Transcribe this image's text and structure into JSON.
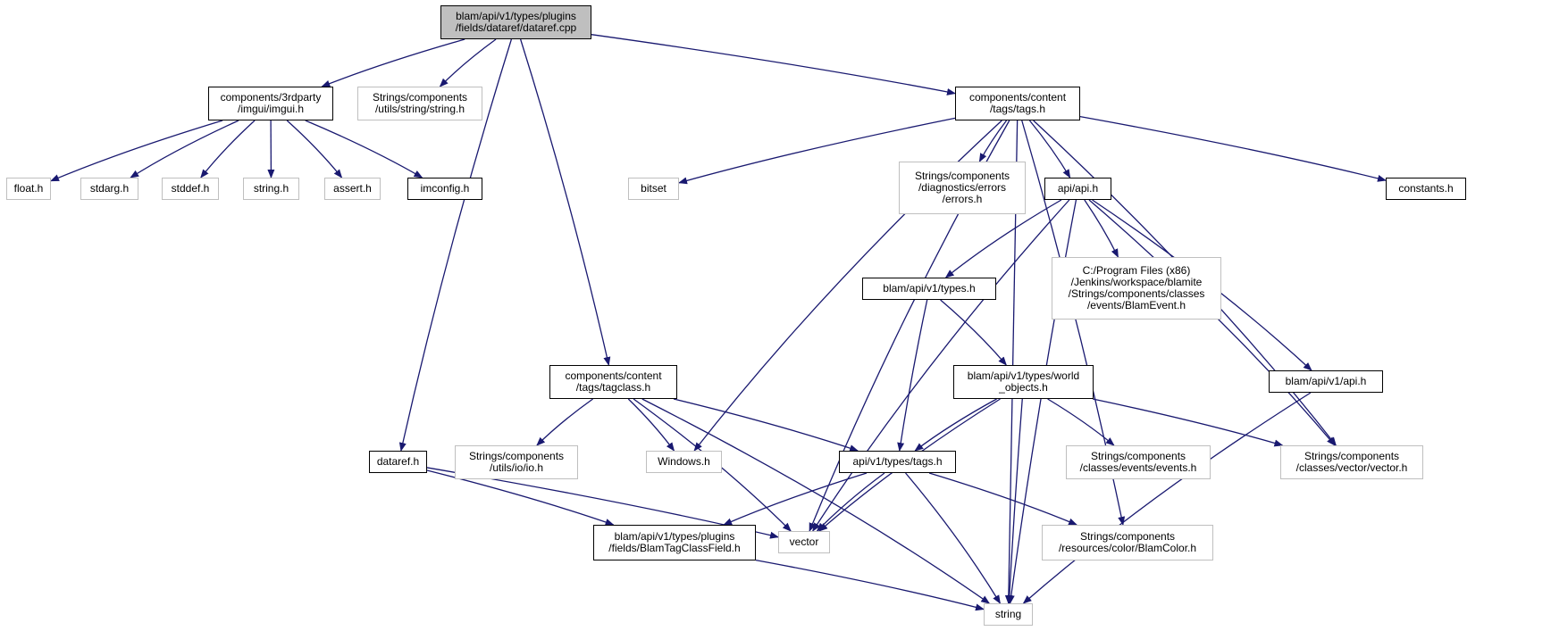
{
  "colors": {
    "edge": "#191970",
    "root_fill": "#bfbfbf",
    "documented_border": "#000000",
    "external_border": "#bfbfbf"
  },
  "nodes": [
    {
      "id": "dataref_cpp",
      "kind": "root",
      "lines": [
        "blam/api/v1/types/plugins",
        "/fields/dataref/dataref.cpp"
      ]
    },
    {
      "id": "imgui_h",
      "kind": "documented",
      "lines": [
        "components/3rdparty",
        "/imgui/imgui.h"
      ]
    },
    {
      "id": "string_h_utils",
      "kind": "external",
      "lines": [
        "Strings/components",
        "/utils/string/string.h"
      ]
    },
    {
      "id": "tags_h",
      "kind": "documented",
      "lines": [
        "components/content",
        "/tags/tags.h"
      ]
    },
    {
      "id": "float_h",
      "kind": "external",
      "lines": [
        "float.h"
      ]
    },
    {
      "id": "stdarg_h",
      "kind": "external",
      "lines": [
        "stdarg.h"
      ]
    },
    {
      "id": "stddef_h",
      "kind": "external",
      "lines": [
        "stddef.h"
      ]
    },
    {
      "id": "string_h",
      "kind": "external",
      "lines": [
        "string.h"
      ]
    },
    {
      "id": "assert_h",
      "kind": "external",
      "lines": [
        "assert.h"
      ]
    },
    {
      "id": "imconfig_h",
      "kind": "documented",
      "lines": [
        "imconfig.h"
      ]
    },
    {
      "id": "bitset",
      "kind": "external",
      "lines": [
        "bitset"
      ]
    },
    {
      "id": "errors_h",
      "kind": "external",
      "lines": [
        "Strings/components",
        "/diagnostics/errors",
        "/errors.h"
      ]
    },
    {
      "id": "api_h",
      "kind": "documented",
      "lines": [
        "api/api.h"
      ]
    },
    {
      "id": "constants_h",
      "kind": "documented",
      "lines": [
        "constants.h"
      ]
    },
    {
      "id": "blamevent_h",
      "kind": "external",
      "lines": [
        "C:/Program Files (x86)",
        "/Jenkins/workspace/blamite",
        "/Strings/components/classes",
        "/events/BlamEvent.h"
      ]
    },
    {
      "id": "types_h",
      "kind": "documented",
      "lines": [
        "blam/api/v1/types.h"
      ]
    },
    {
      "id": "world_objects_h",
      "kind": "documented",
      "lines": [
        "blam/api/v1/types/world",
        "_objects.h"
      ]
    },
    {
      "id": "v1_api_h",
      "kind": "documented",
      "lines": [
        "blam/api/v1/api.h"
      ]
    },
    {
      "id": "tagclass_h",
      "kind": "documented",
      "lines": [
        "components/content",
        "/tags/tagclass.h"
      ]
    },
    {
      "id": "dataref_h",
      "kind": "documented",
      "lines": [
        "dataref.h"
      ]
    },
    {
      "id": "io_h",
      "kind": "external",
      "lines": [
        "Strings/components",
        "/utils/io/io.h"
      ]
    },
    {
      "id": "windows_h",
      "kind": "external",
      "lines": [
        "Windows.h"
      ]
    },
    {
      "id": "v1_tags_h",
      "kind": "documented",
      "lines": [
        "api/v1/types/tags.h"
      ]
    },
    {
      "id": "events_h",
      "kind": "external",
      "lines": [
        "Strings/components",
        "/classes/events/events.h"
      ]
    },
    {
      "id": "vector_h",
      "kind": "external",
      "lines": [
        "Strings/components",
        "/classes/vector/vector.h"
      ]
    },
    {
      "id": "blamtagclassfield_h",
      "kind": "documented",
      "lines": [
        "blam/api/v1/types/plugins",
        "/fields/BlamTagClassField.h"
      ]
    },
    {
      "id": "vector",
      "kind": "external",
      "lines": [
        "vector"
      ]
    },
    {
      "id": "blamcolor_h",
      "kind": "external",
      "lines": [
        "Strings/components",
        "/resources/color/BlamColor.h"
      ]
    },
    {
      "id": "string",
      "kind": "external",
      "lines": [
        "string"
      ]
    }
  ],
  "edges": [
    [
      "dataref_cpp",
      "imgui_h"
    ],
    [
      "dataref_cpp",
      "string_h_utils"
    ],
    [
      "dataref_cpp",
      "tags_h"
    ],
    [
      "dataref_cpp",
      "tagclass_h"
    ],
    [
      "dataref_cpp",
      "dataref_h"
    ],
    [
      "imgui_h",
      "float_h"
    ],
    [
      "imgui_h",
      "stdarg_h"
    ],
    [
      "imgui_h",
      "stddef_h"
    ],
    [
      "imgui_h",
      "string_h"
    ],
    [
      "imgui_h",
      "assert_h"
    ],
    [
      "imgui_h",
      "imconfig_h"
    ],
    [
      "tags_h",
      "bitset"
    ],
    [
      "tags_h",
      "windows_h"
    ],
    [
      "tags_h",
      "vector"
    ],
    [
      "tags_h",
      "errors_h"
    ],
    [
      "tags_h",
      "api_h"
    ],
    [
      "tags_h",
      "constants_h"
    ],
    [
      "tags_h",
      "vector_h"
    ],
    [
      "tags_h",
      "blamcolor_h"
    ],
    [
      "tags_h",
      "string"
    ],
    [
      "api_h",
      "vector"
    ],
    [
      "api_h",
      "types_h"
    ],
    [
      "api_h",
      "blamevent_h"
    ],
    [
      "api_h",
      "string"
    ],
    [
      "api_h",
      "vector_h"
    ],
    [
      "api_h",
      "v1_api_h"
    ],
    [
      "types_h",
      "world_objects_h"
    ],
    [
      "types_h",
      "v1_tags_h"
    ],
    [
      "world_objects_h",
      "v1_tags_h"
    ],
    [
      "world_objects_h",
      "events_h"
    ],
    [
      "world_objects_h",
      "vector_h"
    ],
    [
      "world_objects_h",
      "vector"
    ],
    [
      "world_objects_h",
      "string"
    ],
    [
      "v1_api_h",
      "string"
    ],
    [
      "tagclass_h",
      "string"
    ],
    [
      "tagclass_h",
      "io_h"
    ],
    [
      "tagclass_h",
      "windows_h"
    ],
    [
      "tagclass_h",
      "vector"
    ],
    [
      "tagclass_h",
      "v1_tags_h"
    ],
    [
      "dataref_h",
      "blamtagclassfield_h"
    ],
    [
      "dataref_h",
      "vector"
    ],
    [
      "v1_tags_h",
      "blamtagclassfield_h"
    ],
    [
      "v1_tags_h",
      "vector"
    ],
    [
      "v1_tags_h",
      "blamcolor_h"
    ],
    [
      "v1_tags_h",
      "string"
    ],
    [
      "blamtagclassfield_h",
      "string"
    ]
  ]
}
